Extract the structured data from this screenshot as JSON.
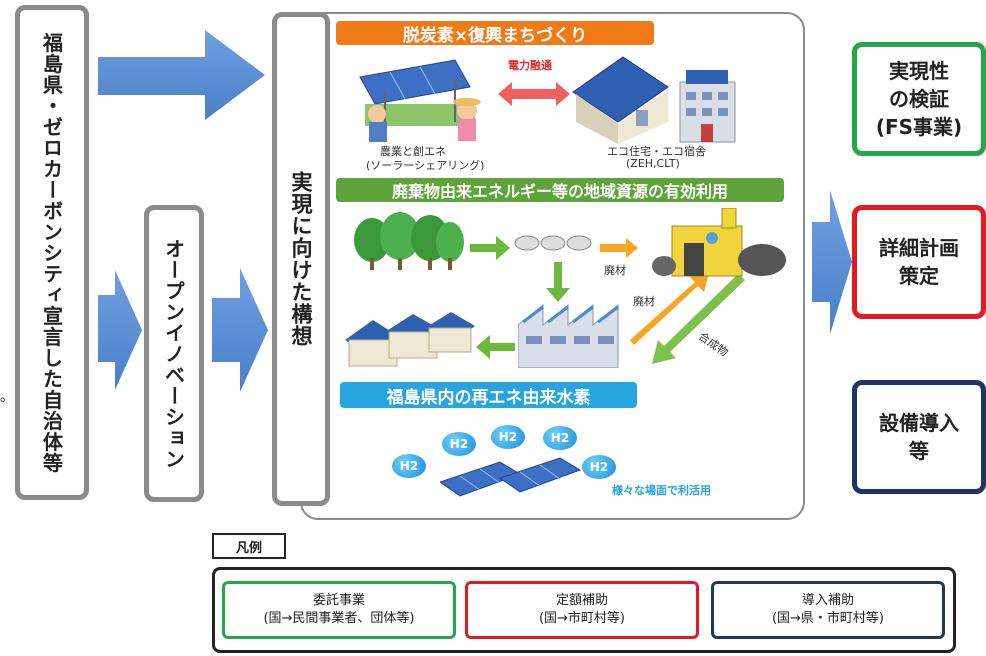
{
  "left_box": {
    "text": "福島県・ゼロカーボンシティ宣言した自治体等"
  },
  "mid_box": {
    "text": "オープンイノベーション"
  },
  "concept_box": {
    "text": "実現に向けた構想"
  },
  "dot": "。",
  "section1": {
    "title": "脱炭素×復興まちづくり",
    "power": "電力融通",
    "agri_label": "農業と創エネ",
    "agri_sub": "(ソーラーシェアリング)",
    "eco_label": "エコ住宅・エコ宿舎",
    "eco_sub": "(ZEH,CLT)"
  },
  "section2": {
    "title": "廃棄物由来エネルギー等の地域資源の有効利用",
    "waste1": "廃材",
    "waste2": "廃材",
    "synth": "合成物"
  },
  "section3": {
    "title": "福島県内の再エネ由来水素",
    "h2": "H2",
    "usage": "様々な場面で利活用"
  },
  "outcomes": [
    {
      "line1": "実現性",
      "line2": "の検証",
      "line3": "(FS事業)",
      "color": "#22a84a"
    },
    {
      "line1": "詳細計画",
      "line2": "策定",
      "color": "#e8191e"
    },
    {
      "line1": "設備導入",
      "line2": "等",
      "color": "#1f3563"
    }
  ],
  "legend": {
    "label": "凡例",
    "items": [
      {
        "line1": "委託事業",
        "line2": "(国→民間事業者、団体等)",
        "color": "#22a84a"
      },
      {
        "line1": "定額補助",
        "line2": "(国→市町村等)",
        "color": "#e8191e"
      },
      {
        "line1": "導入補助",
        "line2": "(国→県・市町村等)",
        "color": "#1f3563"
      }
    ]
  },
  "colors": {
    "arrow": "#5b8fd6",
    "banner_orange": "#f07a18",
    "banner_green": "#5ea43a",
    "banner_blue": "#27a5e0"
  }
}
